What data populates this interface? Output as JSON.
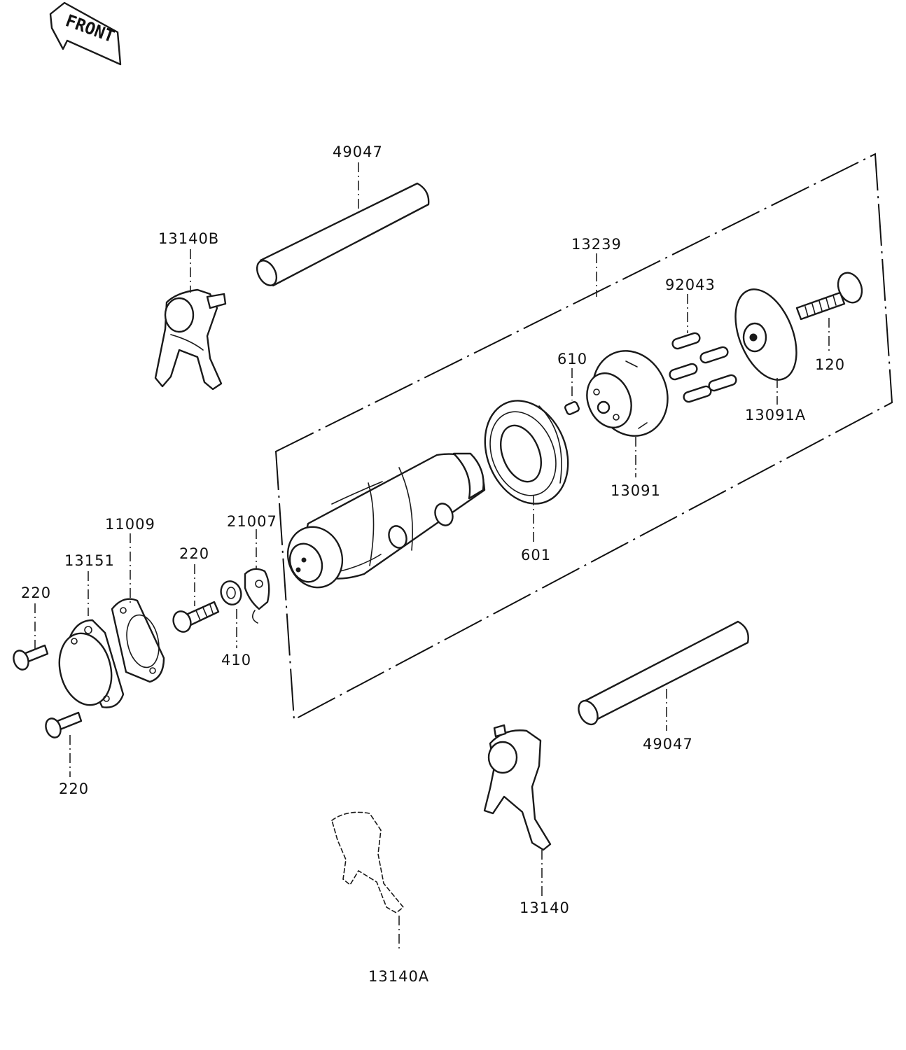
{
  "front_badge": "FRONT",
  "labels": {
    "shaft_top": "49047",
    "fork_b": "13140B",
    "drum_assy": "13239",
    "pin_92043": "92043",
    "bolt_120": "120",
    "pin_610": "610",
    "plate_13091a": "13091A",
    "holder_13091": "13091",
    "bearing_601": "601",
    "gasket_11009": "11009",
    "stopper_21007": "21007",
    "cover_13151": "13151",
    "screw_220_mid": "220",
    "screw_220_left": "220",
    "screw_220_bottom": "220",
    "washer_410": "410",
    "shaft_bottom": "49047",
    "fork_13140": "13140",
    "fork_13140a": "13140A"
  }
}
